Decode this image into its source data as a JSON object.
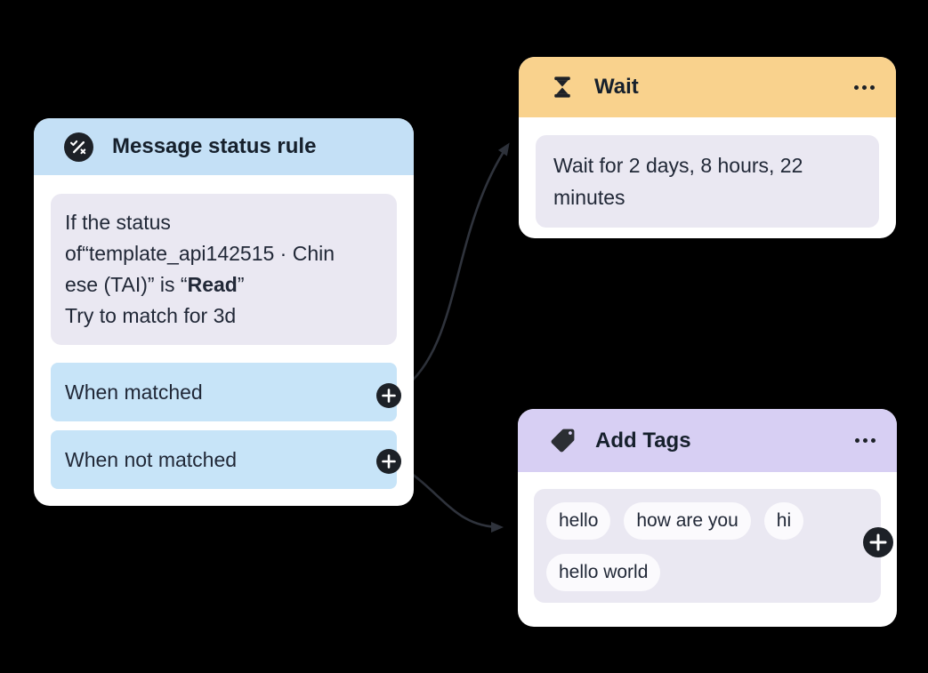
{
  "colors": {
    "canvas-bg": "#000000",
    "card-bg": "#ffffff",
    "header-blue": "#c4e0f6",
    "header-yellow": "#f9d28d",
    "header-purple": "#d7cff3",
    "panel-lavender": "#eae8f2",
    "row-blue": "#c7e4f8",
    "pill-bg": "#fbfafd",
    "icon-dark": "#1d2127",
    "arrow": "#2f333c",
    "title-text": "#16202c",
    "body-text": "#212837"
  },
  "nodes": {
    "message_rule": {
      "title": "Message status rule",
      "icon": "match-rule-icon",
      "condition": {
        "prefix": "If the status\nof“template_api142515 · Chin\nese (TAI)” is “",
        "value": "Read",
        "suffix": "”",
        "retry": "Try to match for 3d"
      },
      "branches": [
        {
          "label": "When matched"
        },
        {
          "label": "When not matched"
        }
      ]
    },
    "wait": {
      "title": "Wait",
      "icon": "hourglass-icon",
      "description": "Wait for 2 days, 8 hours, 22 minutes"
    },
    "add_tags": {
      "title": "Add Tags",
      "icon": "tag-icon",
      "tags": [
        "hello",
        "how are you",
        "hi",
        "hello world"
      ]
    }
  }
}
